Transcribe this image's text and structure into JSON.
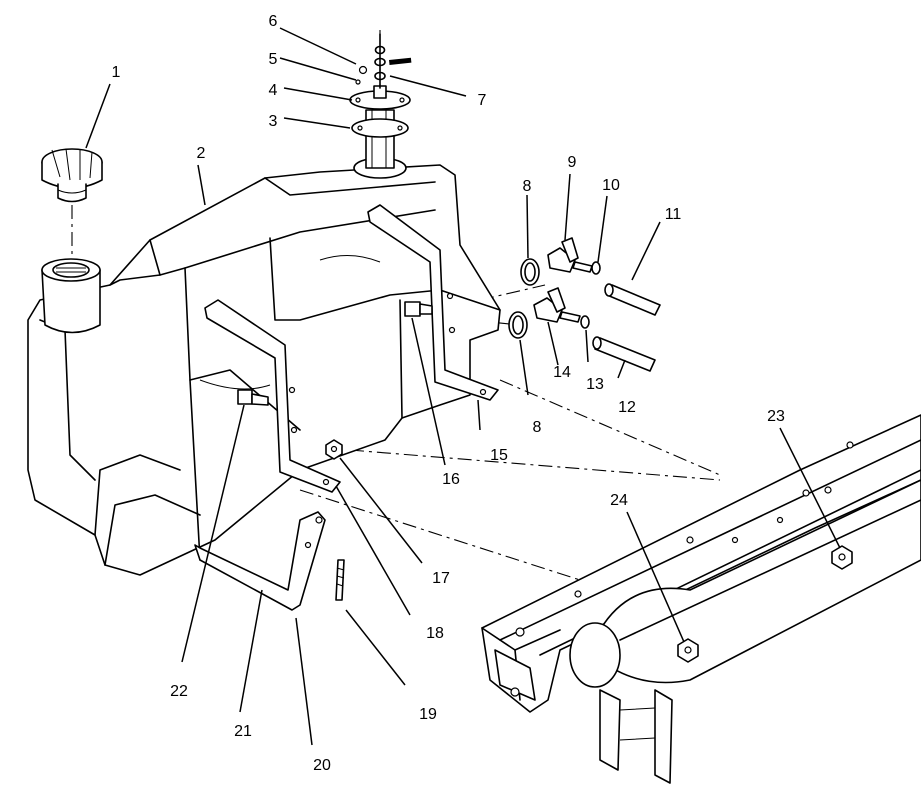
{
  "callouts": {
    "c1": "1",
    "c2": "2",
    "c3": "3",
    "c4": "4",
    "c5": "5",
    "c6": "6",
    "c7": "7",
    "c8a": "8",
    "c8b": "8",
    "c9": "9",
    "c10": "10",
    "c11": "11",
    "c12": "12",
    "c13": "13",
    "c14": "14",
    "c15": "15",
    "c16": "16",
    "c17": "17",
    "c18": "18",
    "c19": "19",
    "c20": "20",
    "c21": "21",
    "c22": "22",
    "c23": "23",
    "c24": "24"
  },
  "colors": {
    "line": "#000000",
    "background": "#ffffff"
  }
}
